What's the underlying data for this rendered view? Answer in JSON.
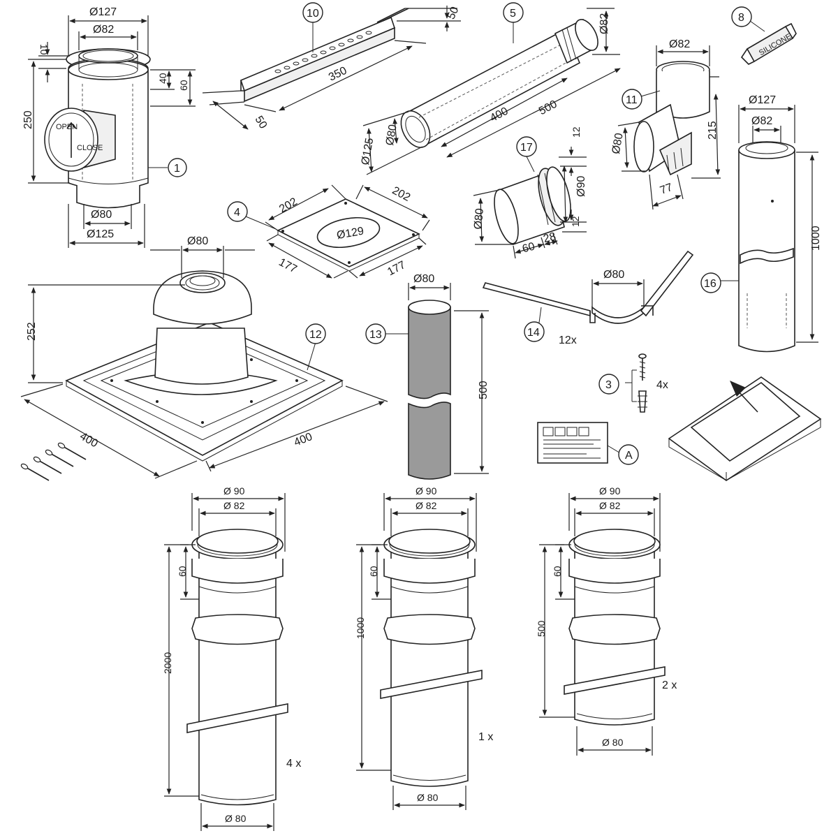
{
  "parts": {
    "p1": {
      "number": "1",
      "dims": {
        "top_outer": "Ø127",
        "top_inner": "Ø82",
        "collar": "10",
        "height": "250",
        "socket": "40",
        "socket_total": "60",
        "bottom_inner": "Ø80",
        "bottom_outer": "Ø125"
      }
    },
    "p10": {
      "number": "10",
      "dims": {
        "width": "50",
        "length": "350",
        "depth": "50"
      }
    },
    "p5": {
      "number": "5",
      "dims": {
        "end_dia": "Ø82",
        "outer": "Ø125",
        "inner": "Ø80",
        "len_min": "400",
        "len_max": "500"
      }
    },
    "p8": {
      "number": "8",
      "tube_label": "SILICONE"
    },
    "p11": {
      "number": "11",
      "dims": {
        "top": "Ø82",
        "height": "215",
        "side": "Ø80",
        "depth": "77"
      }
    },
    "p16": {
      "number": "16",
      "dims": {
        "outer": "Ø127",
        "inner": "Ø82",
        "length": "1000"
      }
    },
    "p4": {
      "number": "4",
      "dims": {
        "w1": "202",
        "w2": "202",
        "hole": "Ø129",
        "b1": "177",
        "b2": "177"
      }
    },
    "p17": {
      "number": "17",
      "dims": {
        "a": "12",
        "dia90": "Ø90",
        "b": "12",
        "dia80": "Ø80",
        "l1": "60",
        "l2": "28"
      }
    },
    "p12": {
      "number": "12",
      "dims": {
        "top": "Ø80",
        "height": "252",
        "side1": "400",
        "side2": "400"
      }
    },
    "p13": {
      "number": "13",
      "dims": {
        "dia": "Ø80",
        "length": "500"
      }
    },
    "p14": {
      "number": "14",
      "dims": {
        "dia": "Ø80"
      },
      "qty": "12x"
    },
    "p3": {
      "number": "3",
      "qty": "4x"
    },
    "pA": {
      "number": "A"
    }
  },
  "pipes": [
    {
      "top_outer": "Ø 90",
      "top_inner": "Ø 82",
      "socket": "60",
      "length": "2000",
      "bottom": "Ø 80",
      "qty": "4 x"
    },
    {
      "top_outer": "Ø 90",
      "top_inner": "Ø 82",
      "socket": "60",
      "length": "1000",
      "bottom": "Ø 80",
      "qty": "1 x"
    },
    {
      "top_outer": "Ø 90",
      "top_inner": "Ø 82",
      "socket": "60",
      "length": "500",
      "bottom": "Ø 80",
      "qty": "2 x"
    }
  ],
  "icons": [
    "arrow-up-icon",
    "screw-icon",
    "dowel-icon",
    "box-icon"
  ]
}
